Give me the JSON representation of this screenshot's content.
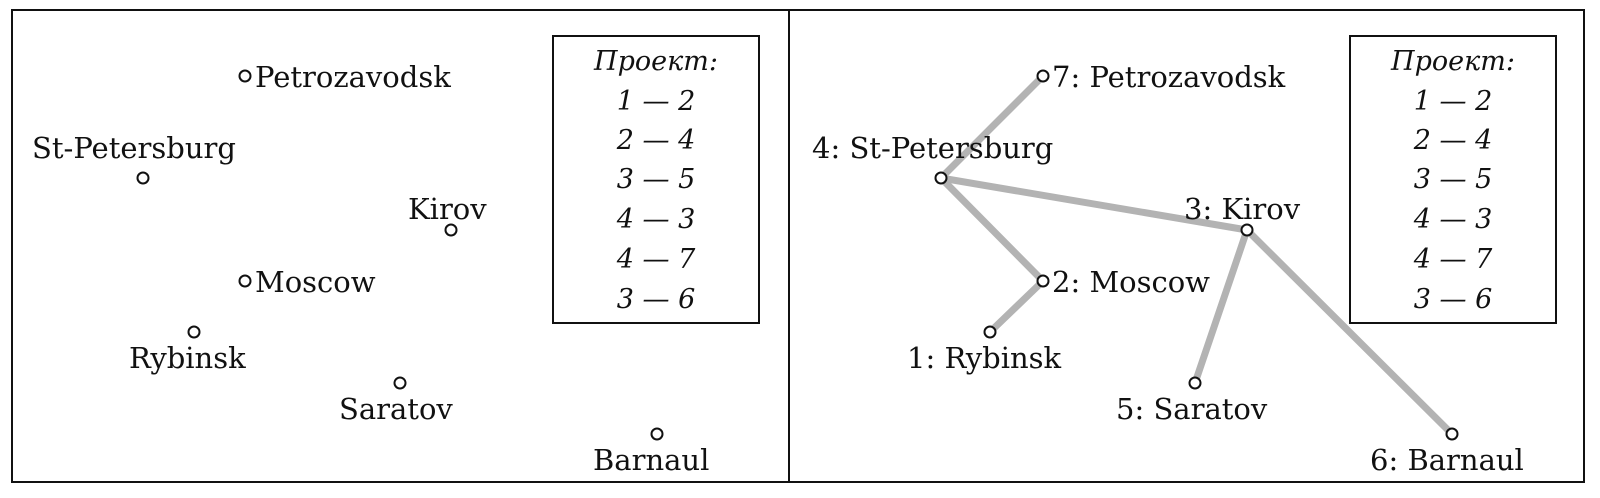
{
  "left_panel": {
    "cities": [
      {
        "id": "petrozavodsk",
        "label": "Petrozavodsk"
      },
      {
        "id": "st-petersburg",
        "label": "St-Petersburg"
      },
      {
        "id": "kirov",
        "label": "Kirov"
      },
      {
        "id": "moscow",
        "label": "Moscow"
      },
      {
        "id": "rybinsk",
        "label": "Rybinsk"
      },
      {
        "id": "saratov",
        "label": "Saratov"
      },
      {
        "id": "barnaul",
        "label": "Barnaul"
      }
    ]
  },
  "right_panel": {
    "cities": [
      {
        "id": "petrozavodsk",
        "label": "7: Petrozavodsk"
      },
      {
        "id": "st-petersburg",
        "label": "4: St-Petersburg"
      },
      {
        "id": "kirov",
        "label": "3: Kirov"
      },
      {
        "id": "moscow",
        "label": "2: Moscow"
      },
      {
        "id": "rybinsk",
        "label": "1: Rybinsk"
      },
      {
        "id": "saratov",
        "label": "5: Saratov"
      },
      {
        "id": "barnaul",
        "label": "6: Barnaul"
      }
    ],
    "edges": [
      {
        "from": 1,
        "to": 2
      },
      {
        "from": 2,
        "to": 4
      },
      {
        "from": 3,
        "to": 5
      },
      {
        "from": 4,
        "to": 3
      },
      {
        "from": 4,
        "to": 7
      },
      {
        "from": 3,
        "to": 6
      }
    ]
  },
  "legend": {
    "title": "Проект:",
    "items": [
      "1 — 2",
      "2 — 4",
      "3 — 5",
      "4 — 3",
      "4 — 7",
      "3 — 6"
    ]
  },
  "colors": {
    "edge": "#b3b3b3",
    "ink": "#111111"
  }
}
